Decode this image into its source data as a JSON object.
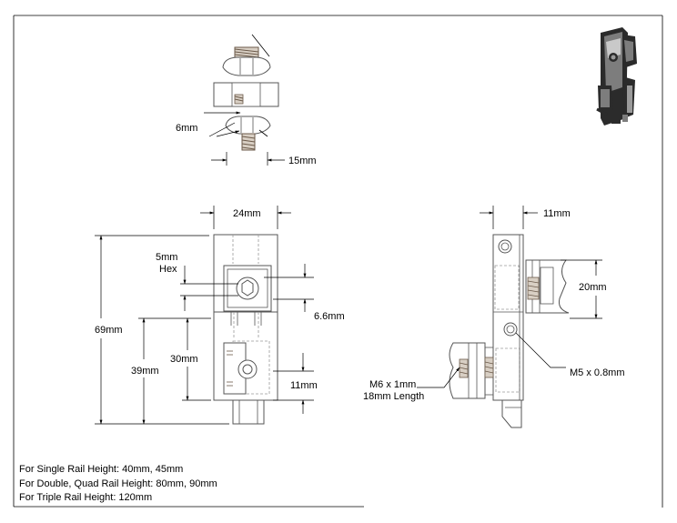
{
  "top_view": {
    "thread_dim": "6mm",
    "width_dim": "15mm"
  },
  "front_view": {
    "width_dim": "24mm",
    "hex_dim_line1": "5mm",
    "hex_dim_line2": "Hex",
    "total_height_dim": "69mm",
    "slot_offset_dim": "6.6mm",
    "lower_height_dim": "39mm",
    "clamp_height_dim": "30mm",
    "clamp_width_dim": "11mm"
  },
  "side_view": {
    "thickness_dim": "11mm",
    "clamp_height_dim": "20mm",
    "screw_callout": "M5 x 0.8mm",
    "bolt_callout_line1": "M6 x 1mm",
    "bolt_callout_line2": "18mm Length"
  },
  "notes": [
    "For Single Rail Height: 40mm, 45mm",
    "For Double, Quad Rail Height: 80mm, 90mm",
    "For Triple Rail Height: 120mm"
  ],
  "colors": {
    "line": "#000000",
    "part_line": "#555555",
    "part_fill": "#ffffff",
    "hidden": "#9a9a9a",
    "thread": "#6b5a4a",
    "iso_dark": "#2b2b2b",
    "iso_mid": "#7d7d7d",
    "iso_light": "#c9c9c9"
  }
}
